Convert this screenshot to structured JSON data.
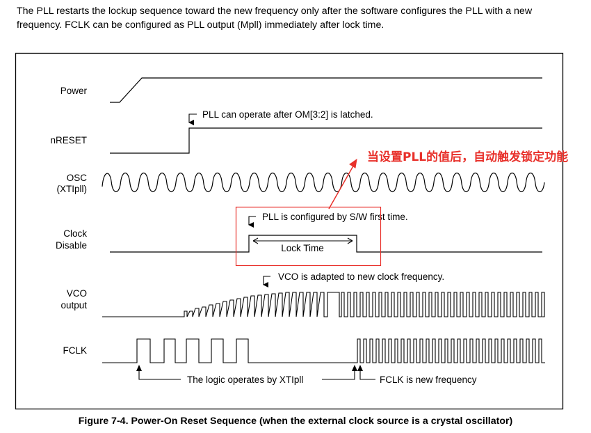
{
  "intro_text": "The PLL restarts the lockup sequence toward the new frequency only after the software configures the PLL with a new frequency. FCLK can be configured as PLL output (Mpll) immediately after lock time.",
  "signals": {
    "power": "Power",
    "nreset": "nRESET",
    "osc_line1": "OSC",
    "osc_line2": "(XTIpll)",
    "clock_line1": "Clock",
    "clock_line2": "Disable",
    "vco_line1": "VCO",
    "vco_line2": "output",
    "fclk": "FCLK"
  },
  "notes": {
    "pll_operate": "PLL can operate after OM[3:2] is latched.",
    "pll_configured": "PLL is configured by S/W first time.",
    "lock_time": "Lock Time",
    "vco_adapted": "VCO is adapted to new clock frequency.",
    "logic_operates": "The logic operates by XTIpll",
    "fclk_new": "FCLK is new frequency"
  },
  "annotation": "当设置PLL的值后，自动触发锁定功能",
  "caption": "Figure 7-4. Power-On Reset Sequence (when the external clock source is a crystal oscillator)",
  "colors": {
    "annotation": "#e8302a",
    "line": "#000000"
  }
}
